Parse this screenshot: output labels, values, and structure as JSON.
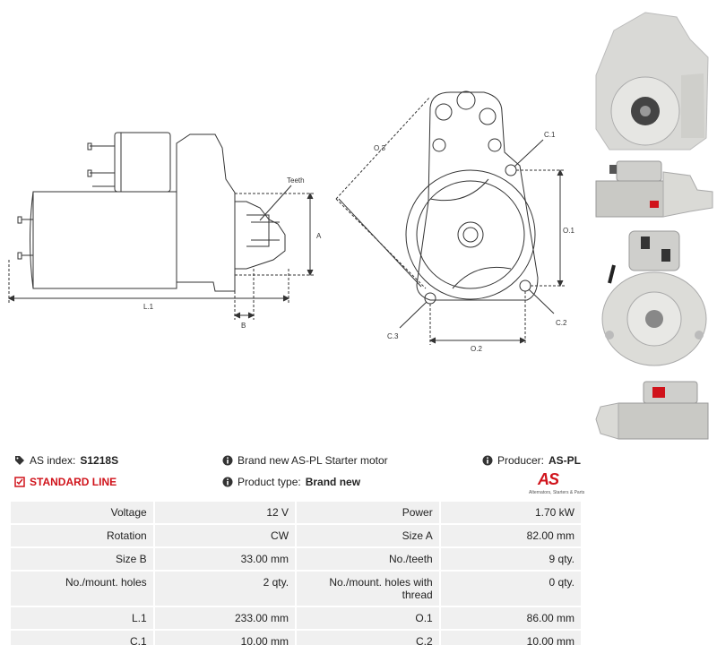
{
  "diagram": {
    "labels": {
      "teeth": "Teeth",
      "a": "A",
      "b": "B",
      "l1": "L.1",
      "o3": "O.3",
      "c1": "C.1",
      "o1": "O.1",
      "c2": "C.2",
      "c3": "C.3",
      "o2": "O.2"
    }
  },
  "photos": [
    "front-view-photo",
    "side-view-photo",
    "rear-view-photo",
    "top-view-photo"
  ],
  "info": {
    "as_index_label": "AS index:",
    "as_index_value": "S1218S",
    "standard_line": "STANDARD LINE",
    "description": "Brand new AS-PL Starter motor",
    "product_type_label": "Product type:",
    "product_type_value": "Brand new",
    "producer_label": "Producer:",
    "producer_value": "AS-PL",
    "logo_text": "AS",
    "logo_subtitle": "Alternators, Starters & Parts",
    "accent_color": "#d0131b"
  },
  "specs": {
    "rows": [
      {
        "l1": "Voltage",
        "v1": "12 V",
        "l2": "Power",
        "v2": "1.70 kW"
      },
      {
        "l1": "Rotation",
        "v1": "CW",
        "l2": "Size A",
        "v2": "82.00 mm"
      },
      {
        "l1": "Size B",
        "v1": "33.00 mm",
        "l2": "No./teeth",
        "v2": "9 qty."
      },
      {
        "l1": "No./mount. holes",
        "v1": "2 qty.",
        "l2": "No./mount. holes with thread",
        "v2": "0 qty."
      },
      {
        "l1": "L.1",
        "v1": "233.00 mm",
        "l2": "O.1",
        "v2": "86.00 mm"
      },
      {
        "l1": "C.1",
        "v1": "10.00 mm",
        "l2": "C.2",
        "v2": "10.00 mm"
      }
    ]
  }
}
